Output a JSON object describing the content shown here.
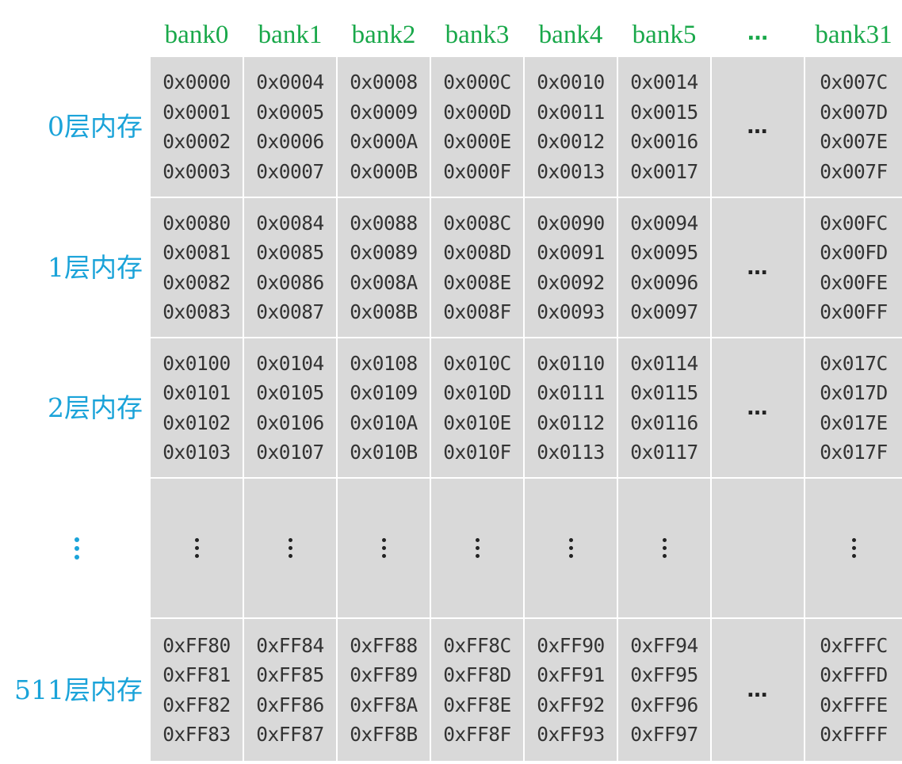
{
  "colors": {
    "bank_header": "#19a84a",
    "row_label": "#1aa3d9",
    "cell_background": "#d9d9d9",
    "grid_line": "#ffffff",
    "cell_text": "#333333"
  },
  "banks": [
    "bank0",
    "bank1",
    "bank2",
    "bank3",
    "bank4",
    "bank5",
    "…",
    "bank31"
  ],
  "rows": [
    {
      "label": "0层内存",
      "cells": [
        [
          "0x0000",
          "0x0001",
          "0x0002",
          "0x0003"
        ],
        [
          "0x0004",
          "0x0005",
          "0x0006",
          "0x0007"
        ],
        [
          "0x0008",
          "0x0009",
          "0x000A",
          "0x000B"
        ],
        [
          "0x000C",
          "0x000D",
          "0x000E",
          "0x000F"
        ],
        [
          "0x0010",
          "0x0011",
          "0x0012",
          "0x0013"
        ],
        [
          "0x0014",
          "0x0015",
          "0x0016",
          "0x0017"
        ],
        "…",
        [
          "0x007C",
          "0x007D",
          "0x007E",
          "0x007F"
        ]
      ]
    },
    {
      "label": "1层内存",
      "cells": [
        [
          "0x0080",
          "0x0081",
          "0x0082",
          "0x0083"
        ],
        [
          "0x0084",
          "0x0085",
          "0x0086",
          "0x0087"
        ],
        [
          "0x0088",
          "0x0089",
          "0x008A",
          "0x008B"
        ],
        [
          "0x008C",
          "0x008D",
          "0x008E",
          "0x008F"
        ],
        [
          "0x0090",
          "0x0091",
          "0x0092",
          "0x0093"
        ],
        [
          "0x0094",
          "0x0095",
          "0x0096",
          "0x0097"
        ],
        "…",
        [
          "0x00FC",
          "0x00FD",
          "0x00FE",
          "0x00FF"
        ]
      ]
    },
    {
      "label": "2层内存",
      "cells": [
        [
          "0x0100",
          "0x0101",
          "0x0102",
          "0x0103"
        ],
        [
          "0x0104",
          "0x0105",
          "0x0106",
          "0x0107"
        ],
        [
          "0x0108",
          "0x0109",
          "0x010A",
          "0x010B"
        ],
        [
          "0x010C",
          "0x010D",
          "0x010E",
          "0x010F"
        ],
        [
          "0x0110",
          "0x0111",
          "0x0112",
          "0x0113"
        ],
        [
          "0x0114",
          "0x0115",
          "0x0116",
          "0x0117"
        ],
        "…",
        [
          "0x017C",
          "0x017D",
          "0x017E",
          "0x017F"
        ]
      ]
    },
    {
      "label": "⋮",
      "cells": [
        "⋮",
        "⋮",
        "⋮",
        "⋮",
        "⋮",
        "⋮",
        "",
        "⋮"
      ]
    },
    {
      "label": "511层内存",
      "cells": [
        [
          "0xFF80",
          "0xFF81",
          "0xFF82",
          "0xFF83"
        ],
        [
          "0xFF84",
          "0xFF85",
          "0xFF86",
          "0xFF87"
        ],
        [
          "0xFF88",
          "0xFF89",
          "0xFF8A",
          "0xFF8B"
        ],
        [
          "0xFF8C",
          "0xFF8D",
          "0xFF8E",
          "0xFF8F"
        ],
        [
          "0xFF90",
          "0xFF91",
          "0xFF92",
          "0xFF93"
        ],
        [
          "0xFF94",
          "0xFF95",
          "0xFF96",
          "0xFF97"
        ],
        "…",
        [
          "0xFFFC",
          "0xFFFD",
          "0xFFFE",
          "0xFFFF"
        ]
      ]
    }
  ]
}
